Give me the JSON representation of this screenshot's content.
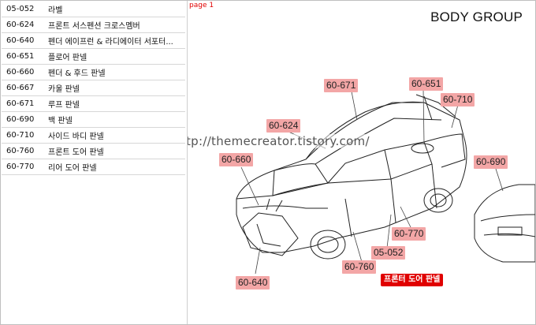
{
  "index": [
    {
      "code": "05-052",
      "name": "라벨"
    },
    {
      "code": "60-624",
      "name": "프론트 서스펜션 크로스멤버"
    },
    {
      "code": "60-640",
      "name": "펜더 에이프런 & 라디에이터 서포터..."
    },
    {
      "code": "60-651",
      "name": "플로어 판넬"
    },
    {
      "code": "60-660",
      "name": "펜더 & 후드 판넬"
    },
    {
      "code": "60-667",
      "name": "카울 판넬"
    },
    {
      "code": "60-671",
      "name": "루프 판넬"
    },
    {
      "code": "60-690",
      "name": "백 판넬"
    },
    {
      "code": "60-710",
      "name": "사이드 바디 판넬"
    },
    {
      "code": "60-760",
      "name": "프론트 도어 판넬"
    },
    {
      "code": "60-770",
      "name": "리어 도어 판넬"
    }
  ],
  "diagram": {
    "page_label": "page 1",
    "title": "BODY GROUP",
    "watermark": "http://themecreator.tistory.com/",
    "callouts": {
      "c60671": "60-671",
      "c60651": "60-651",
      "c60710": "60-710",
      "c60624": "60-624",
      "c60660": "60-660",
      "c60690": "60-690",
      "c60770": "60-770",
      "c05052": "05-052",
      "c60760": "60-760",
      "c60640": "60-640"
    },
    "hover_badge": "프론터 도어 판넬"
  },
  "colors": {
    "callout_bg": "#f3a6a6",
    "badge_bg": "#e00000",
    "page_label": "#e00000"
  }
}
